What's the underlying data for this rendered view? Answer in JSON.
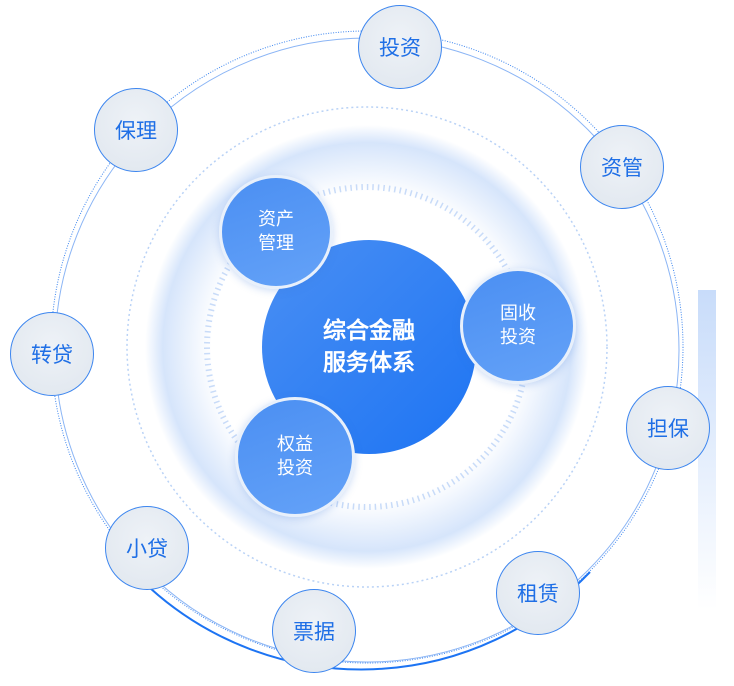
{
  "center": {
    "label": "综合金融\n服务体系"
  },
  "inner_nodes": [
    {
      "label": "资产\n管理"
    },
    {
      "label": "固收\n投资"
    },
    {
      "label": "权益\n投资"
    }
  ],
  "outer_nodes": [
    {
      "label": "投资"
    },
    {
      "label": "资管"
    },
    {
      "label": "担保"
    },
    {
      "label": "租赁"
    },
    {
      "label": "票据"
    },
    {
      "label": "小贷"
    },
    {
      "label": "转贷"
    },
    {
      "label": "保理"
    }
  ],
  "colors": {
    "accent": "#1d74f3",
    "ring": "#3d86ef"
  }
}
